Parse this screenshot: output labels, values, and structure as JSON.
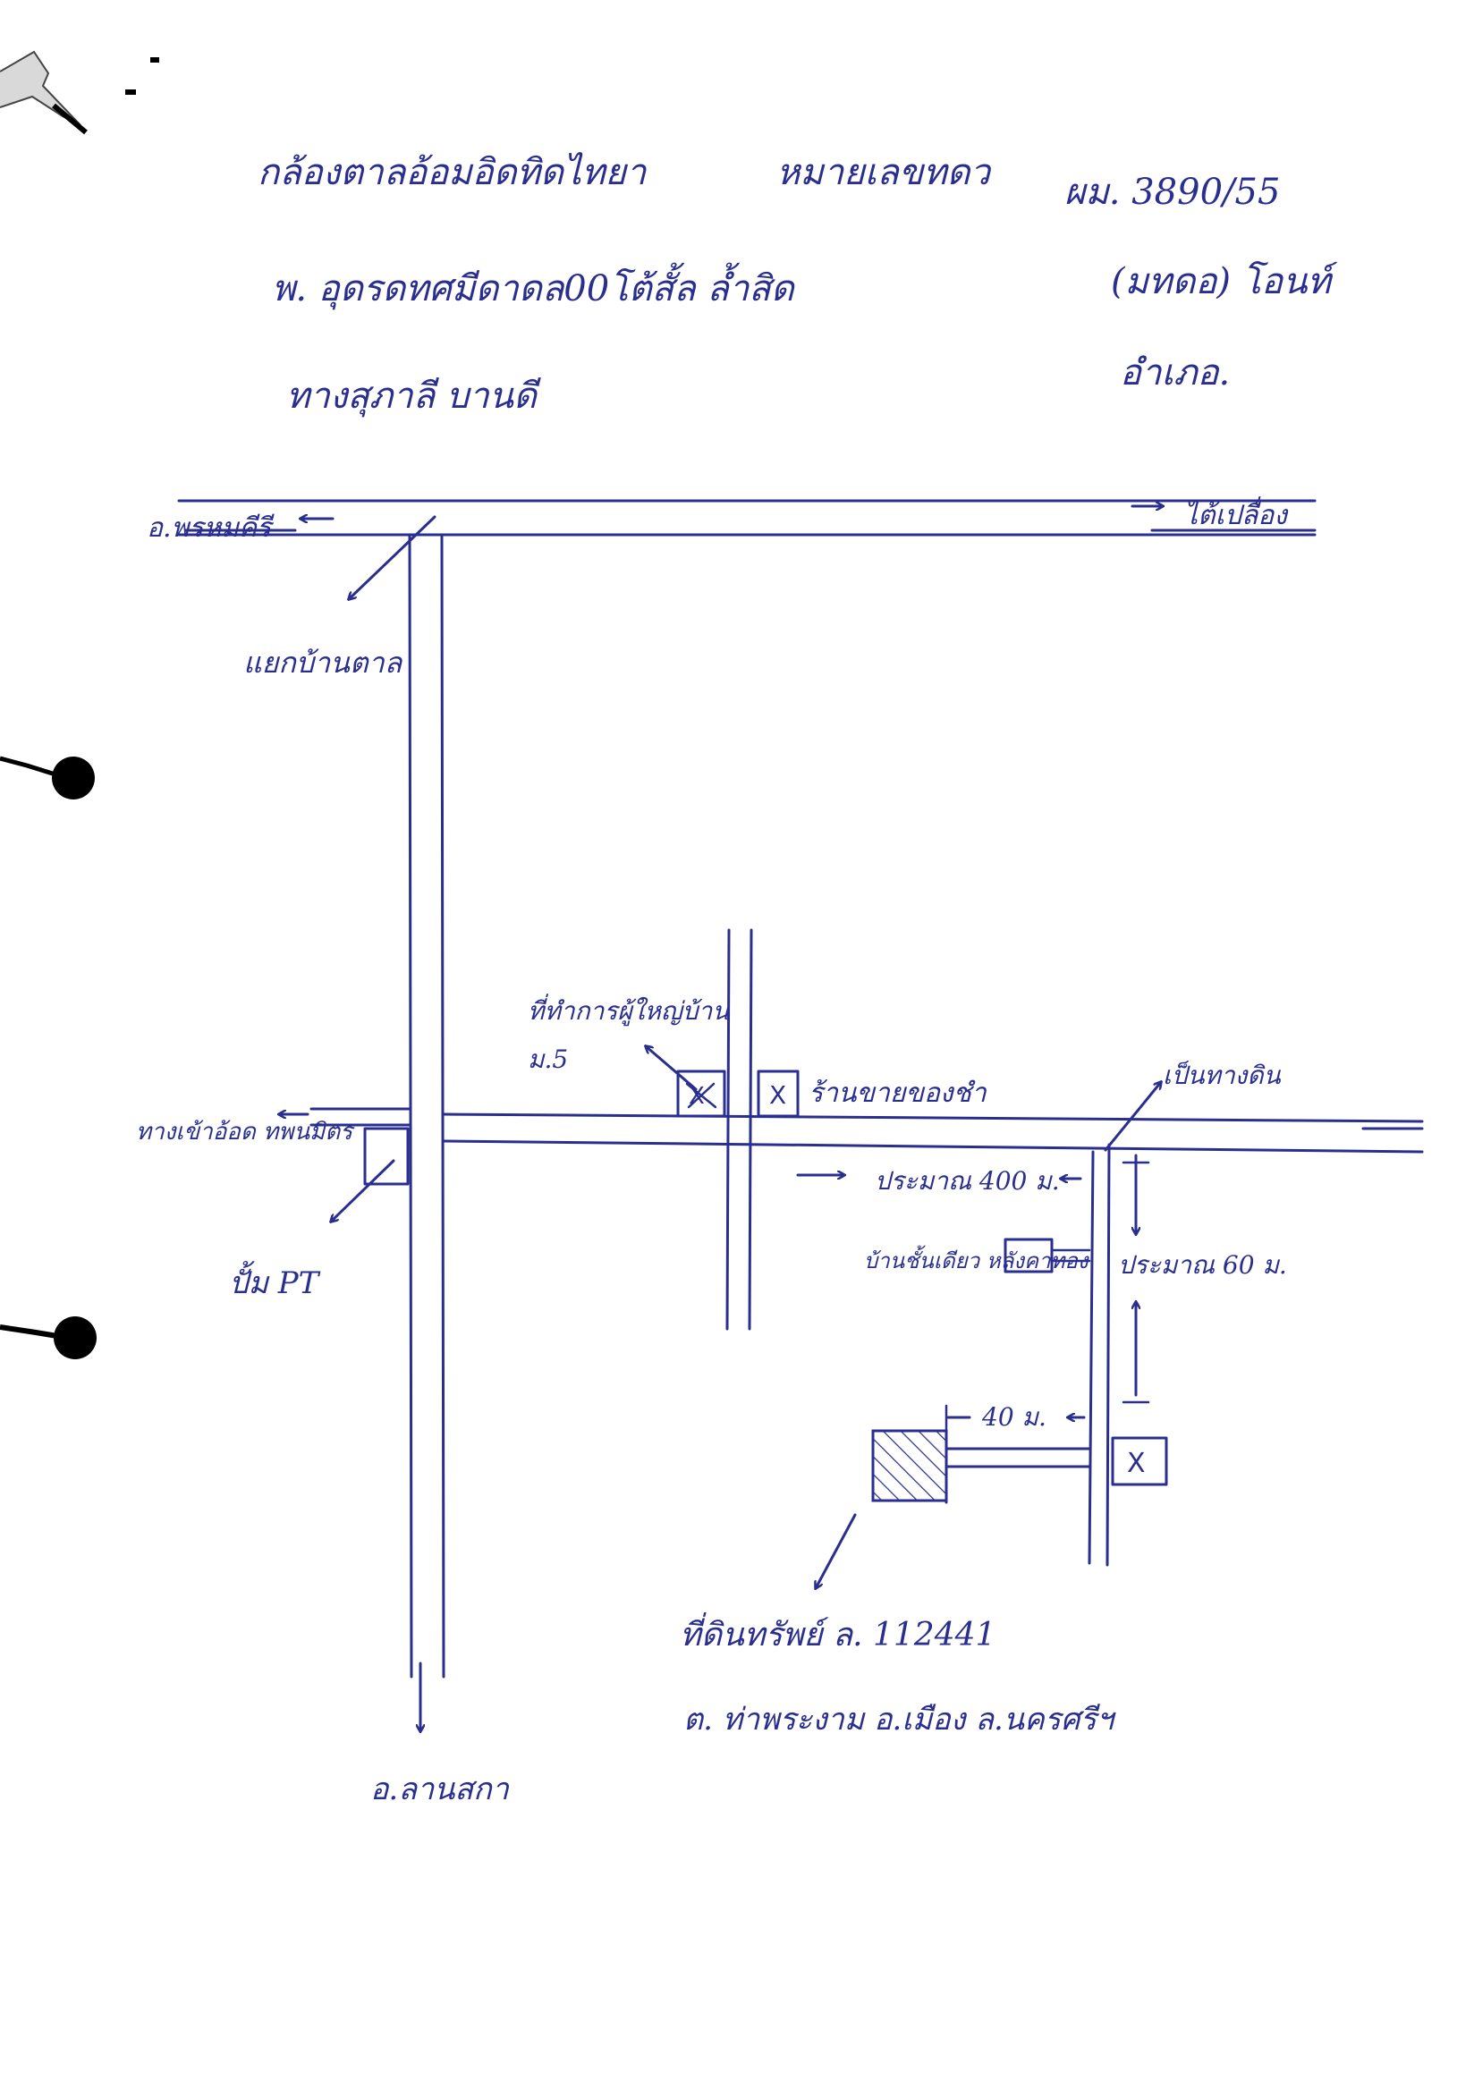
{
  "header": {
    "line1_left": "กล้องตาลอ้อมอิดทิดไทยา",
    "line1_mid": "หมายเลขทดว",
    "line1_right": "ผม. 3890/55",
    "line2_left": "พ. อุดรดทศมีดาดล00โต้สั้ล ล้ำสิด",
    "line2_right": "(มทดอ) โอนท์",
    "line3_left": "ทางสุภาลี บานดี",
    "line3_right": "อำเภอ."
  },
  "map": {
    "label_top_left": "อ.พรหมคีรี",
    "label_top_right": "ไต้เปลื่อง",
    "label_junction": "แยกบ้านตาล",
    "label_village_head": "ที่ทำการผู้ใหญ่บ้าน",
    "label_moo": "ม.5",
    "label_shop": "ร้านขายของชำ",
    "label_dirt_road": "เป็นทางดิน",
    "label_left_place": "ทางเข้าอ้อด ทพนมิตร",
    "label_pump": "ปั้ม PT",
    "label_dist_400": "ประมาณ 400 ม.",
    "label_dist_60": "ประมาณ 60 ม.",
    "label_house": "บ้านชั้นเดียว หลังคาทอง",
    "label_dist_40": "40 ม.",
    "label_plot_1": "ที่ดินทรัพย์ ล. 112441",
    "label_plot_2": "ต. ท่าพระงาม อ.เมือง ล.นครศรีฯ",
    "label_bottom": "อ.ลานสกา",
    "marker_x": "X"
  },
  "icons": {
    "arrow": "arrow-icon",
    "cross": "x-mark-icon",
    "hole": "punch-hole-icon"
  },
  "colors": {
    "ink": "#2a2f8f",
    "paper": "#ffffff",
    "hole": "#000000"
  }
}
